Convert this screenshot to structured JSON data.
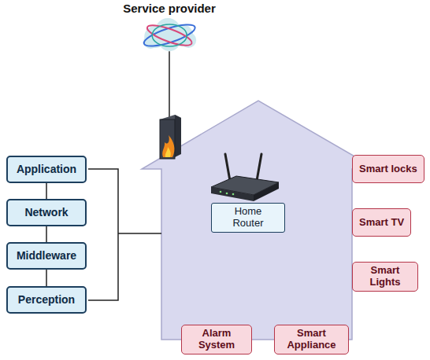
{
  "diagram": {
    "nodes": [
      {
        "text": [
          "Service provider"
        ]
      },
      {
        "text": [
          "Application"
        ]
      },
      {
        "text": [
          "Network"
        ]
      },
      {
        "text": [
          "Middleware"
        ]
      },
      {
        "text": [
          "Perception"
        ]
      },
      {
        "text": [
          "Home Router"
        ]
      },
      {
        "text": [
          "Smart locks"
        ]
      },
      {
        "text": [
          "Smart TV"
        ]
      },
      {
        "text": [
          "Smart Lights"
        ]
      },
      {
        "text": [
          "Alarm System"
        ]
      },
      {
        "text": [
          "Smart Appliance"
        ]
      }
    ],
    "edges": [
      {
        "from": 0,
        "to": 5,
        "arrow": "none"
      },
      {
        "from": 1,
        "to": 2,
        "arrow": "none"
      },
      {
        "from": 2,
        "to": 3,
        "arrow": "none"
      },
      {
        "from": 3,
        "to": 4,
        "arrow": "none"
      },
      {
        "from": 5,
        "to": 6,
        "arrow": "none"
      },
      {
        "from": 5,
        "to": 7,
        "arrow": "none"
      },
      {
        "from": 5,
        "to": 8,
        "arrow": "none"
      },
      {
        "from": 5,
        "to": 9,
        "arrow": "none"
      },
      {
        "from": 5,
        "to": 10,
        "arrow": "none"
      }
    ]
  }
}
